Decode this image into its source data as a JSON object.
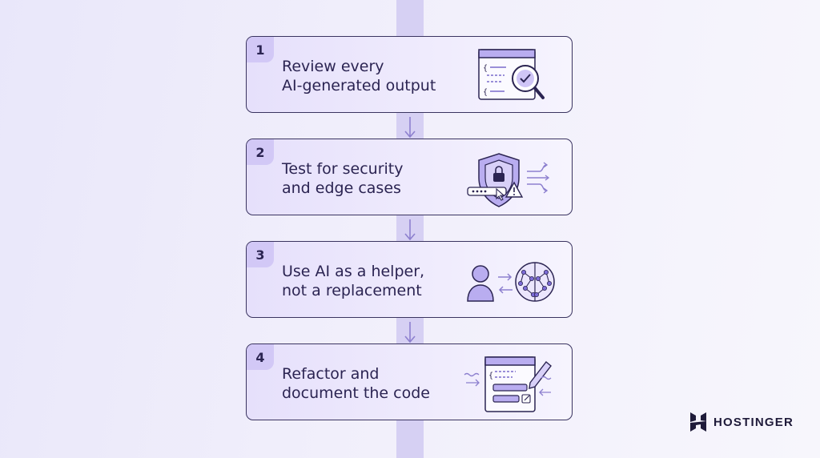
{
  "steps": [
    {
      "number": "1",
      "line1": "Review every",
      "line2": "AI-generated output",
      "icon": "code-review-magnifier-icon"
    },
    {
      "number": "2",
      "line1": "Test for security",
      "line2": "and edge cases",
      "icon": "security-shield-icon"
    },
    {
      "number": "3",
      "line1": "Use AI as a helper,",
      "line2": "not a replacement",
      "icon": "human-ai-brain-icon"
    },
    {
      "number": "4",
      "line1": "Refactor and",
      "line2": "document the code",
      "icon": "document-edit-icon"
    }
  ],
  "brand": {
    "name": "HOSTINGER"
  },
  "colors": {
    "accent": "#7c6bd6",
    "ink": "#2b2452",
    "spine": "#d6d0f3",
    "badge": "#d2c8f6"
  }
}
